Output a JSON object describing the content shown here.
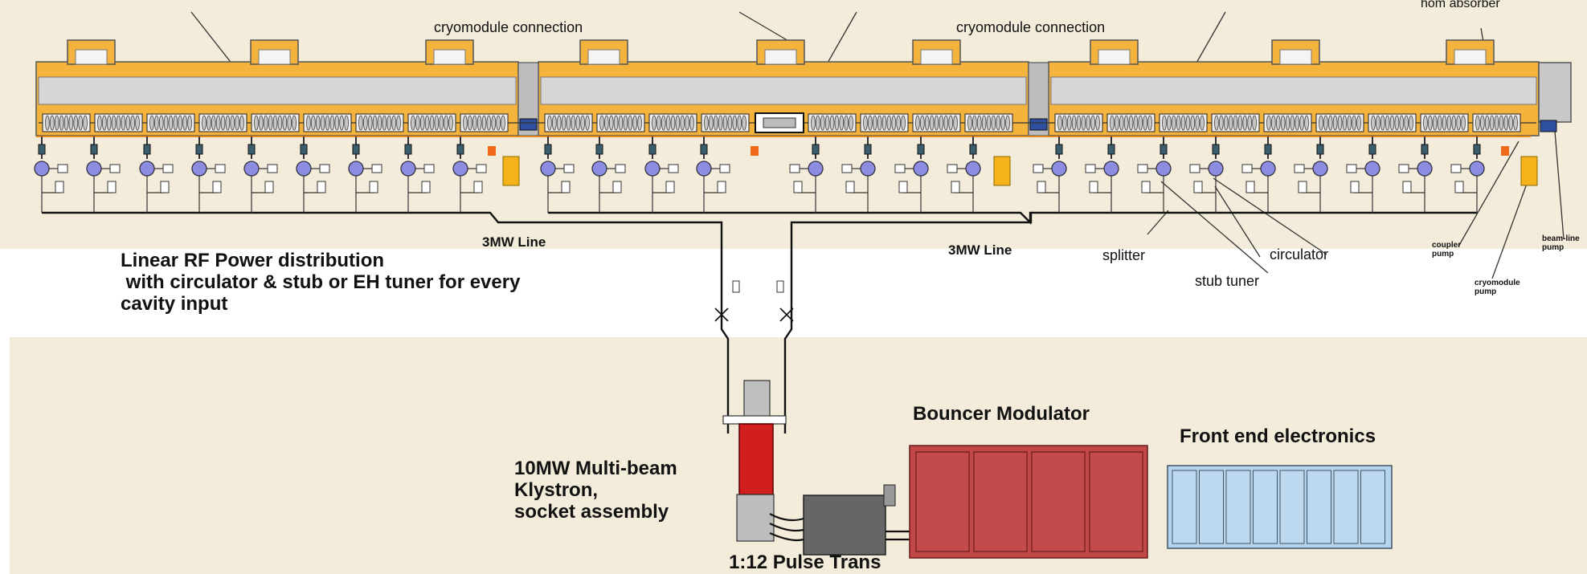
{
  "labels": {
    "cryomodule_connection": "cryomodule connection",
    "hom_absorber": "hom absorber",
    "line_3mw": "3MW Line",
    "rf_distribution": "Linear RF Power distribution\n with circulator & stub or EH tuner for every\ncavity input",
    "splitter": "splitter",
    "circulator": "circulator",
    "stub_tuner": "stub tuner",
    "coupler_pump": "coupler\npump",
    "beamline_pump": "beam-line\npump",
    "cryomodule_pump": "cryomodule\npump",
    "klystron": "10MW Multi-beam\nKlystron,\nsocket assembly",
    "pulse_trans": "1:12 Pulse Trans",
    "bouncer_modulator": "Bouncer Modulator",
    "front_end": "Front end electronics"
  },
  "colors": {
    "floor": "#f4ecda",
    "vessel": "#f3b33d",
    "pipe": "#d6d6d6",
    "waveguide": "#111111",
    "circulator": "#8c8ce0",
    "modulator": "#c24848",
    "frontend": "#b6d4ec",
    "klystron": "#d11f1f",
    "transformer": "#666666",
    "pump": "#f6b21a",
    "absorber": "#ef6a1a"
  }
}
